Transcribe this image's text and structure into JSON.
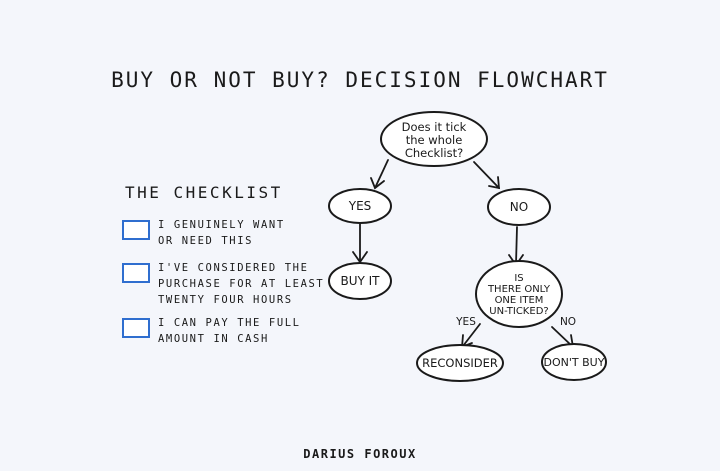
{
  "title": "Buy or not buy? Decision flowchart",
  "checklist": {
    "heading": "The checklist",
    "items": [
      {
        "text": "I genuinely want\nor need this",
        "checked": false
      },
      {
        "text": "I've considered the\npurchase for at least\ntwenty four hours",
        "checked": false
      },
      {
        "text": "I can pay the full\namount in cash",
        "checked": false
      }
    ]
  },
  "flowchart": {
    "start": [
      "Does it tick",
      "the whole",
      "Checklist?"
    ],
    "yes": "YES",
    "no": "NO",
    "buy_it": "BUY IT",
    "question": [
      "IS",
      "THERE ONLY",
      "ONE ITEM",
      "UN-TICKED?"
    ],
    "branch_yes": "YES",
    "branch_no": "NO",
    "reconsider": "RECONSIDER",
    "dont_buy": "DON'T BUY"
  },
  "signature": "Darius Foroux",
  "colors": {
    "checkbox_border": "#2f6ecf",
    "background": "#f4f6fb",
    "ink": "#1a1a1a"
  }
}
